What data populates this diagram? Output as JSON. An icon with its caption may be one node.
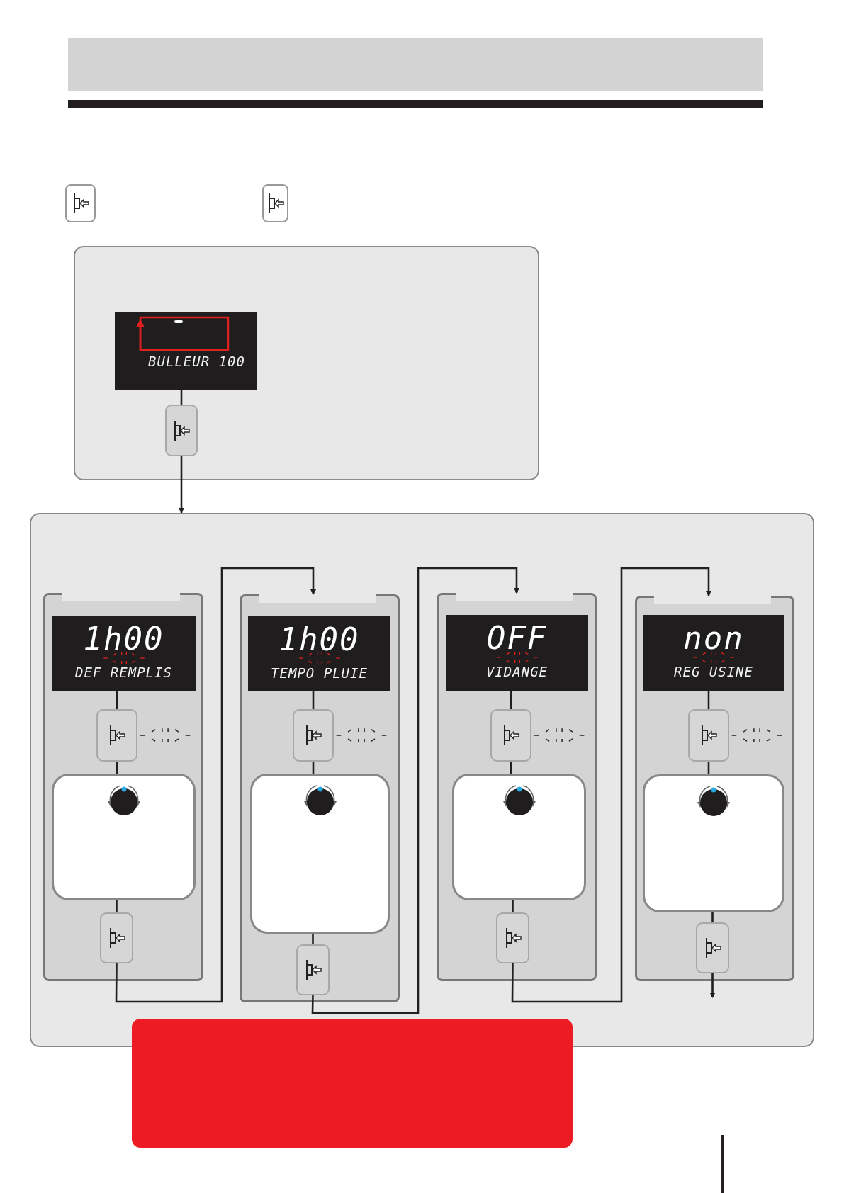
{
  "diagram": {
    "nodes": [
      {
        "text": [],
        "shape": "box"
      },
      {
        "text": [
          "BULLEUR 100"
        ],
        "in": 0
      },
      {
        "text": [],
        "shape": "box",
        "in": 0
      },
      {
        "text": [],
        "shape": "box"
      },
      {
        "text": [],
        "shape": "box",
        "in": 3
      },
      {
        "text": [
          "1h00",
          "DEF REMPLIS"
        ],
        "in": 4
      },
      {
        "text": [],
        "shape": "box",
        "in": 4
      },
      {
        "text": [],
        "shape": "box",
        "in": 4
      },
      {
        "text": [],
        "shape": "box",
        "in": 4
      },
      {
        "text": [],
        "shape": "box",
        "in": 3
      },
      {
        "text": [
          "1h00",
          "TEMPO PLUIE"
        ],
        "in": 9
      },
      {
        "text": [],
        "shape": "box",
        "in": 9
      },
      {
        "text": [],
        "shape": "box",
        "in": 9
      },
      {
        "text": [],
        "shape": "box",
        "in": 9
      },
      {
        "text": [],
        "shape": "box",
        "in": 3
      },
      {
        "text": [
          "OFF",
          "VIDANGE"
        ],
        "in": 14
      },
      {
        "text": [],
        "shape": "box",
        "in": 14
      },
      {
        "text": [],
        "shape": "box",
        "in": 14
      },
      {
        "text": [],
        "shape": "box",
        "in": 14
      },
      {
        "text": [],
        "shape": "box",
        "in": 3
      },
      {
        "text": [
          "non",
          "REG USINE"
        ],
        "in": 19
      },
      {
        "text": [],
        "shape": "box",
        "in": 19
      },
      {
        "text": [],
        "shape": "box",
        "in": 19
      },
      {
        "text": [],
        "shape": "box",
        "in": 19
      },
      {
        "text": [],
        "shape": "bar"
      },
      {
        "text": [],
        "shape": "box"
      }
    ],
    "edges": [
      {
        "from": 1,
        "to": 2,
        "arrow": "none"
      },
      {
        "from": 2,
        "to": 3,
        "arrow": "to"
      },
      {
        "from": 5,
        "to": 6,
        "arrow": "none"
      },
      {
        "from": 6,
        "to": 7,
        "arrow": "none"
      },
      {
        "from": 7,
        "to": 8,
        "arrow": "none"
      },
      {
        "from": 8,
        "to": 9,
        "arrow": "to"
      },
      {
        "from": 10,
        "to": 11,
        "arrow": "none"
      },
      {
        "from": 11,
        "to": 12,
        "arrow": "none"
      },
      {
        "from": 12,
        "to": 13,
        "arrow": "none"
      },
      {
        "from": 13,
        "to": 14,
        "arrow": "to"
      },
      {
        "from": 15,
        "to": 16,
        "arrow": "none"
      },
      {
        "from": 16,
        "to": 17,
        "arrow": "none"
      },
      {
        "from": 17,
        "to": 18,
        "arrow": "none"
      },
      {
        "from": 18,
        "to": 19,
        "arrow": "to"
      },
      {
        "from": 20,
        "to": 21,
        "arrow": "none"
      },
      {
        "from": 21,
        "to": 22,
        "arrow": "none"
      },
      {
        "from": 22,
        "to": 23,
        "arrow": "none"
      },
      {
        "from": 23,
        "to": null,
        "arrow": "to"
      }
    ]
  }
}
